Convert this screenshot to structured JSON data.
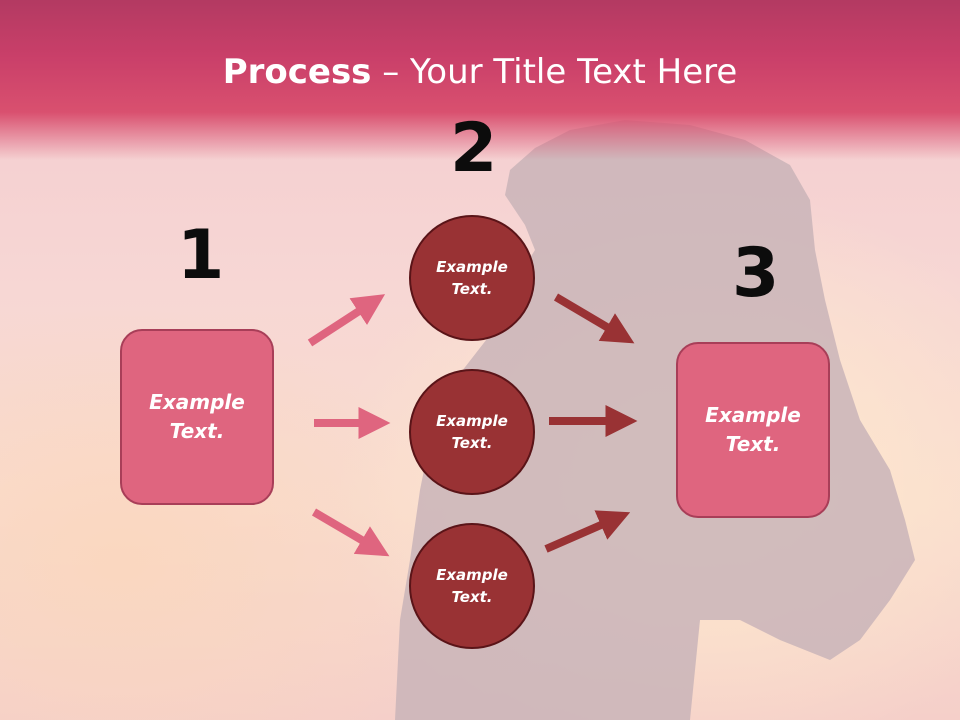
{
  "slide": {
    "title_bold": "Process",
    "title_rest": " – Your Title Text Here"
  },
  "steps": {
    "step1": {
      "number": "1",
      "box_line1": "Example",
      "box_line2": "Text."
    },
    "step2": {
      "number": "2",
      "circles": [
        {
          "line1": "Example",
          "line2": "Text."
        },
        {
          "line1": "Example",
          "line2": "Text."
        },
        {
          "line1": "Example",
          "line2": "Text."
        }
      ]
    },
    "step3": {
      "number": "3",
      "box_line1": "Example",
      "box_line2": "Text."
    }
  },
  "colors": {
    "box_fill": "#df657f",
    "circle_fill": "#993234",
    "arrow_pink": "#df657f",
    "arrow_dark": "#993234",
    "title_band": "#c93f69"
  }
}
